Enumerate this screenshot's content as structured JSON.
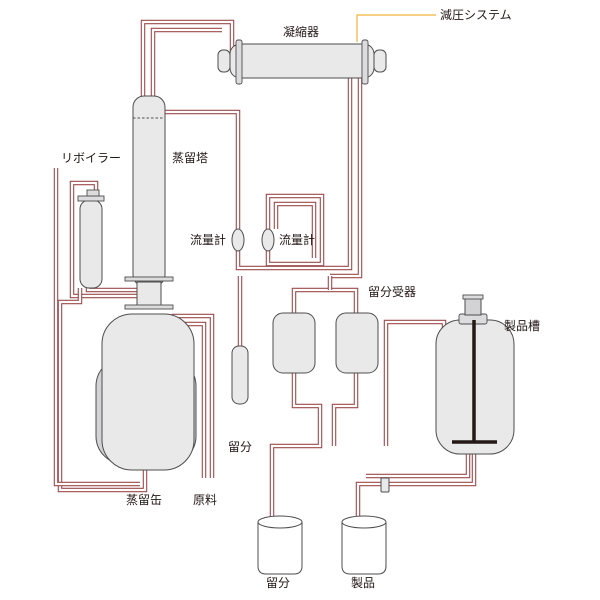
{
  "labels": {
    "condenser": "凝縮器",
    "vacuum_system": "減圧システム",
    "reboiler": "リボイラー",
    "distillation_tower": "蒸留塔",
    "flowmeter_left": "流量計",
    "flowmeter_right": "流量計",
    "fraction_receiver": "留分受器",
    "product_tank": "製品槽",
    "fraction_outlet": "留分",
    "still_pot": "蒸留缶",
    "raw_material": "原料",
    "fraction_container": "留分",
    "product_container": "製品"
  }
}
